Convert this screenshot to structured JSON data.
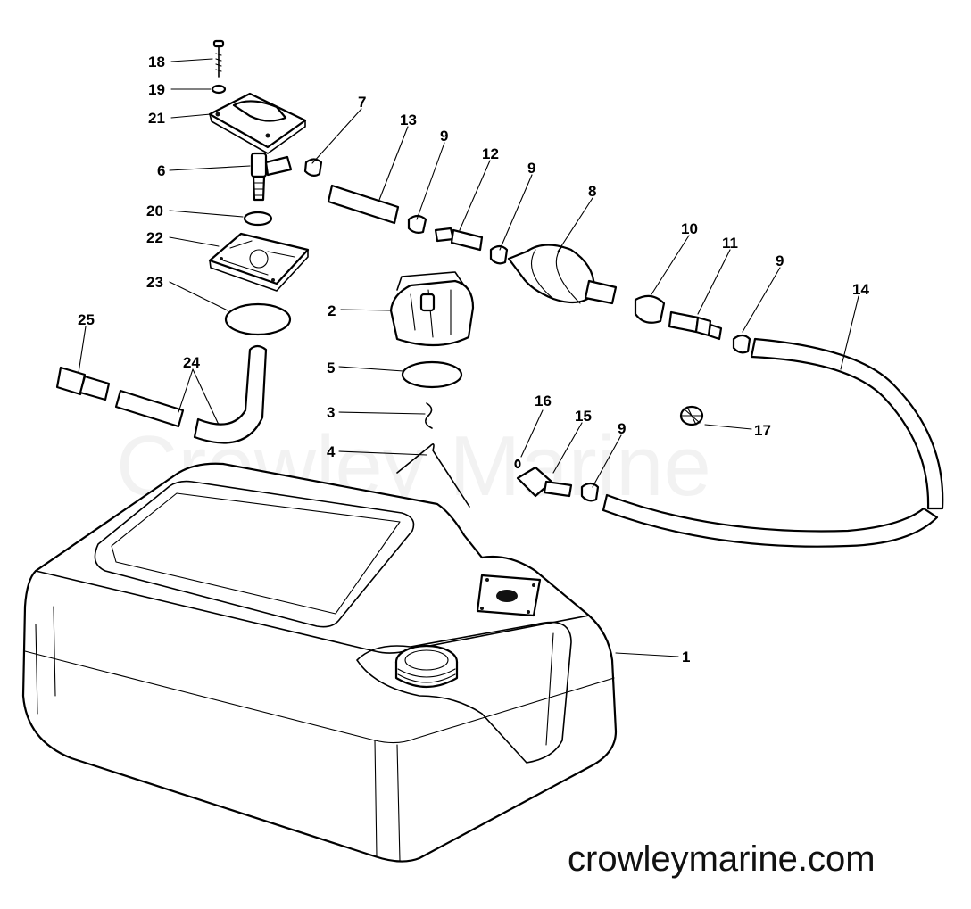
{
  "watermark": "Crowley Marine",
  "website": "crowleymarine.com",
  "callouts": {
    "c1": "1",
    "c2": "2",
    "c3": "3",
    "c4": "4",
    "c5": "5",
    "c6": "6",
    "c7": "7",
    "c8": "8",
    "c9a": "9",
    "c9b": "9",
    "c9c": "9",
    "c9d": "9",
    "c10": "10",
    "c11": "11",
    "c12": "12",
    "c13": "13",
    "c14": "14",
    "c15": "15",
    "c16": "16",
    "c17": "17",
    "c18": "18",
    "c19": "19",
    "c20": "20",
    "c21": "21",
    "c22": "22",
    "c23": "23",
    "c24": "24",
    "c25": "25"
  }
}
